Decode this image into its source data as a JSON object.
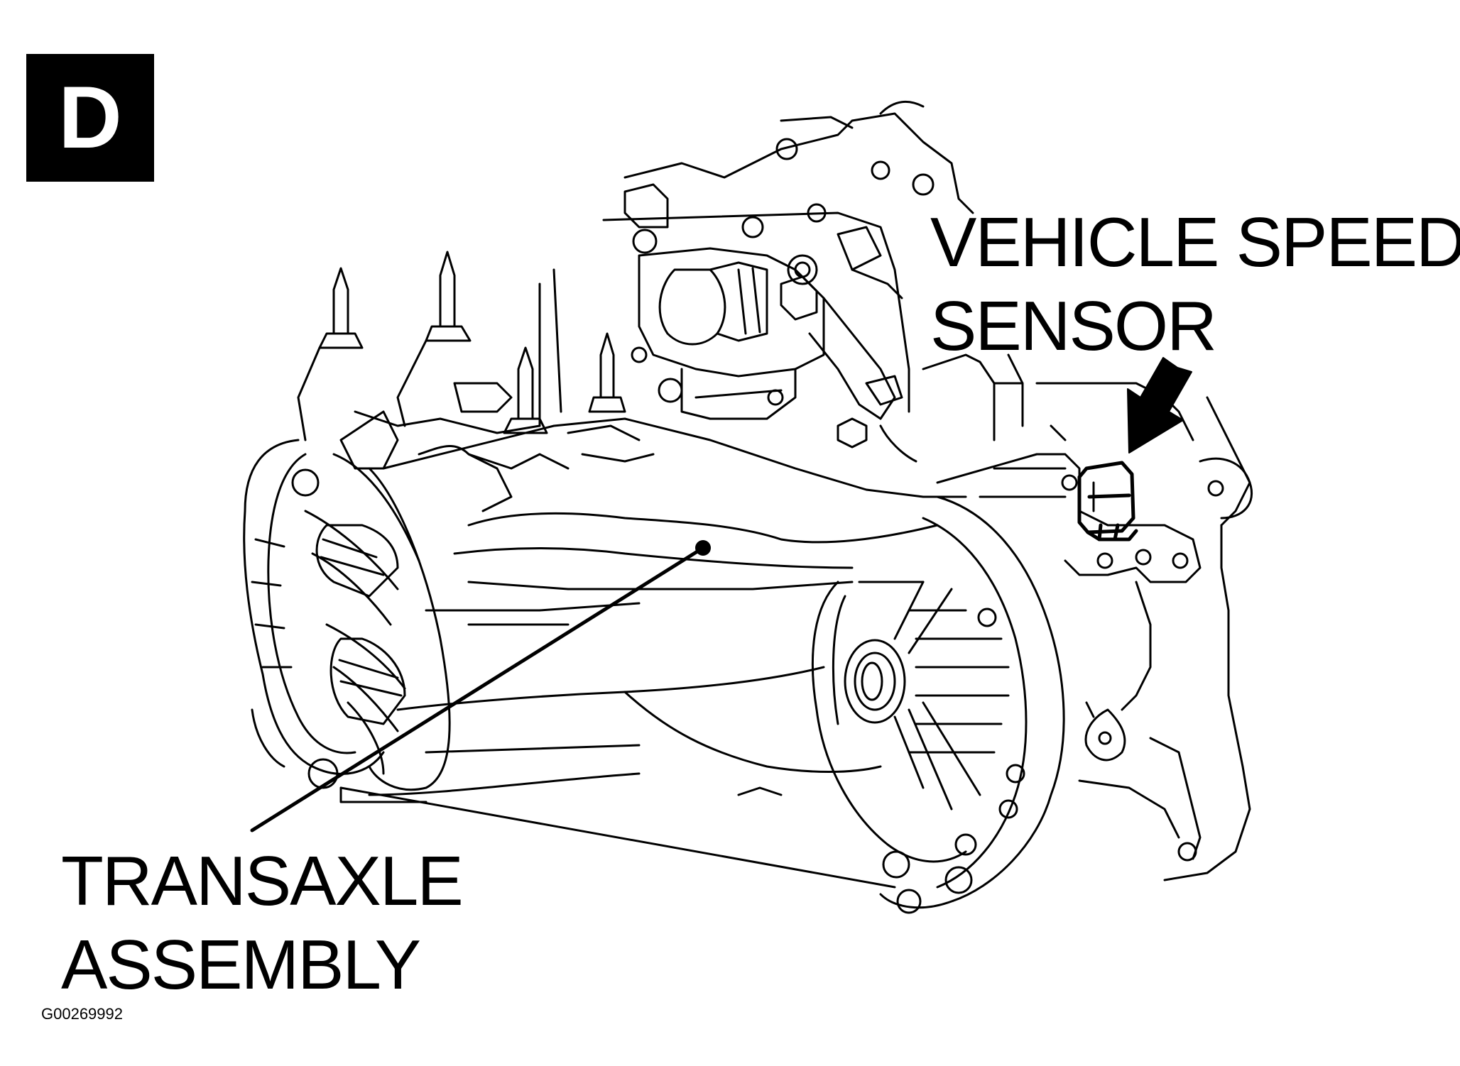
{
  "panel_letter": "D",
  "callouts": {
    "vehicle_speed_sensor": {
      "line1": "VEHICLE SPEED",
      "line2": "SENSOR"
    },
    "transaxle_assembly": {
      "line1": "TRANSAXLE",
      "line2": "ASSEMBLY"
    }
  },
  "figure_id": "G00269992",
  "colors": {
    "ink": "#000000",
    "paper": "#ffffff"
  }
}
